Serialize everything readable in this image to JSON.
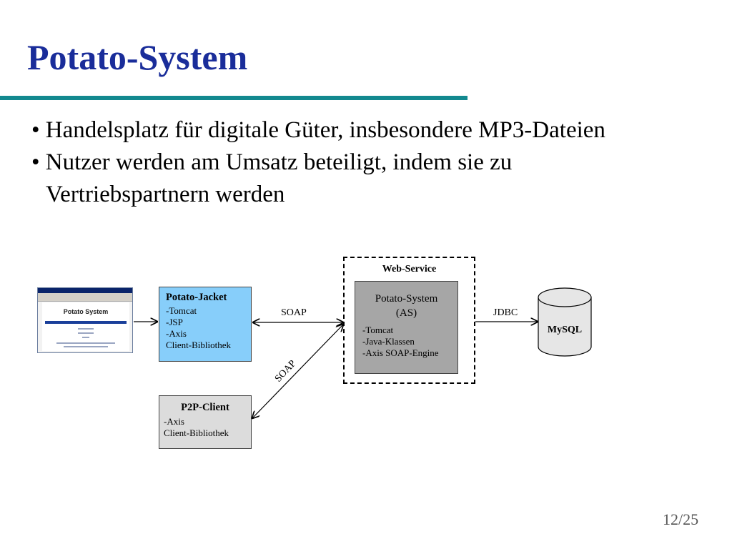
{
  "slide": {
    "title": "Potato-System",
    "page_number": "12/25",
    "colors": {
      "title": "#1a2d9a",
      "rule": "#13898f",
      "jacket_box": "#87cefa",
      "p2p_box": "#dcdcdc",
      "as_box": "#a6a6a6"
    }
  },
  "bullets": {
    "item1": "• Handelsplatz für digitale Güter, insbesondere MP3-Dateien",
    "item2_line1": "• Nutzer werden am Umsatz beteiligt, indem sie zu",
    "item2_line2": "Vertriebspartnern werden"
  },
  "diagram": {
    "screenshot": {
      "logo_text": "Potato System",
      "icon": "browser-window-screenshot"
    },
    "potato_jacket": {
      "title": "Potato-Jacket",
      "items": [
        "-Tomcat",
        "-JSP",
        "-Axis",
        "Client-Bibliothek"
      ]
    },
    "p2p_client": {
      "title": "P2P-Client",
      "items": [
        "-Axis",
        "Client-Bibliothek"
      ]
    },
    "web_service": {
      "label": "Web-Service",
      "box_title_line1": "Potato-System",
      "box_title_line2": "(AS)",
      "items": [
        "-Tomcat",
        "-Java-Klassen",
        "-Axis SOAP-Engine"
      ]
    },
    "database": {
      "label": "MySQL",
      "icon": "database-cylinder"
    },
    "connections": {
      "soap_top": "SOAP",
      "soap_diagonal": "SOAP",
      "jdbc": "JDBC"
    }
  }
}
